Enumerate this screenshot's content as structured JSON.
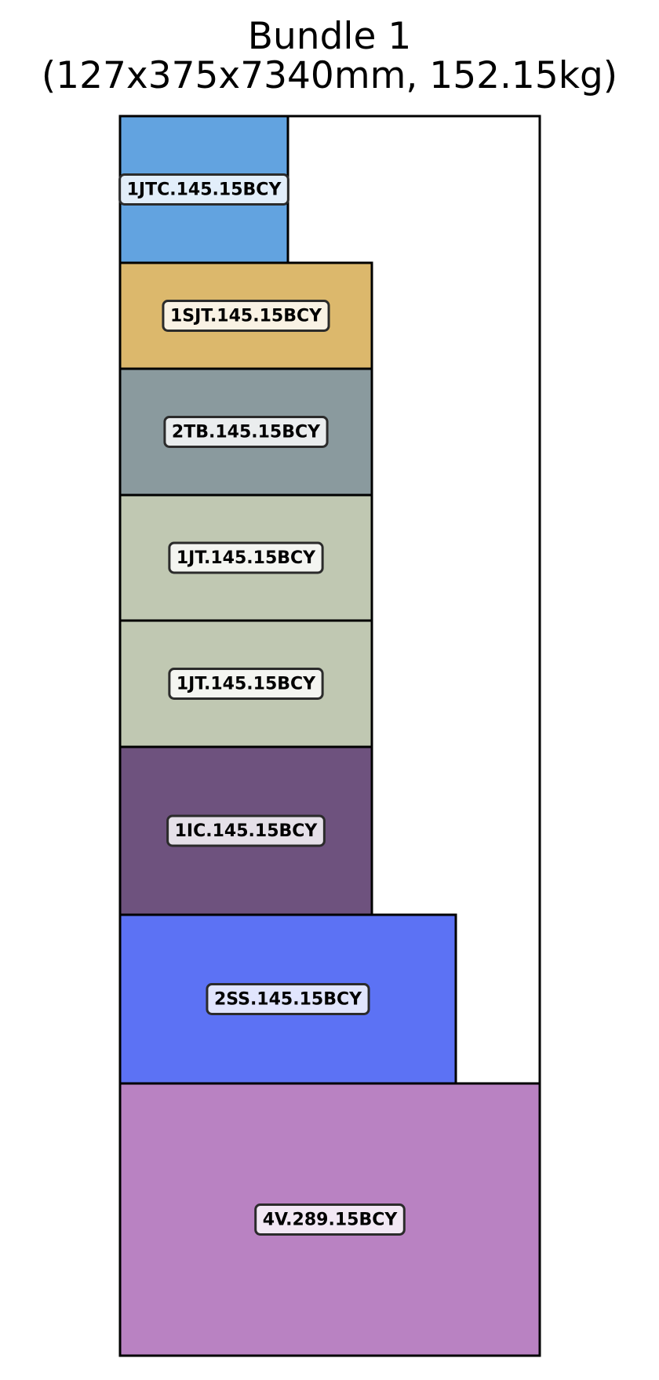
{
  "title": {
    "line1": "Bundle 1",
    "line2": "(127x375x7340mm, 152.15kg)"
  },
  "pieces": [
    {
      "label": "1JTC.145.15BCY",
      "color": "#62a3e0"
    },
    {
      "label": "1SJT.145.15BCY",
      "color": "#dcb86c"
    },
    {
      "label": "2TB.145.15BCY",
      "color": "#8a9a9e"
    },
    {
      "label": "1JT.145.15BCY",
      "color": "#c0c8b2"
    },
    {
      "label": "1JT.145.15BCY",
      "color": "#c0c8b2"
    },
    {
      "label": "1IC.145.15BCY",
      "color": "#6e527e"
    },
    {
      "label": "2SS.145.15BCY",
      "color": "#5c72f4"
    },
    {
      "label": "4V.289.15BCY",
      "color": "#b982c2"
    }
  ]
}
